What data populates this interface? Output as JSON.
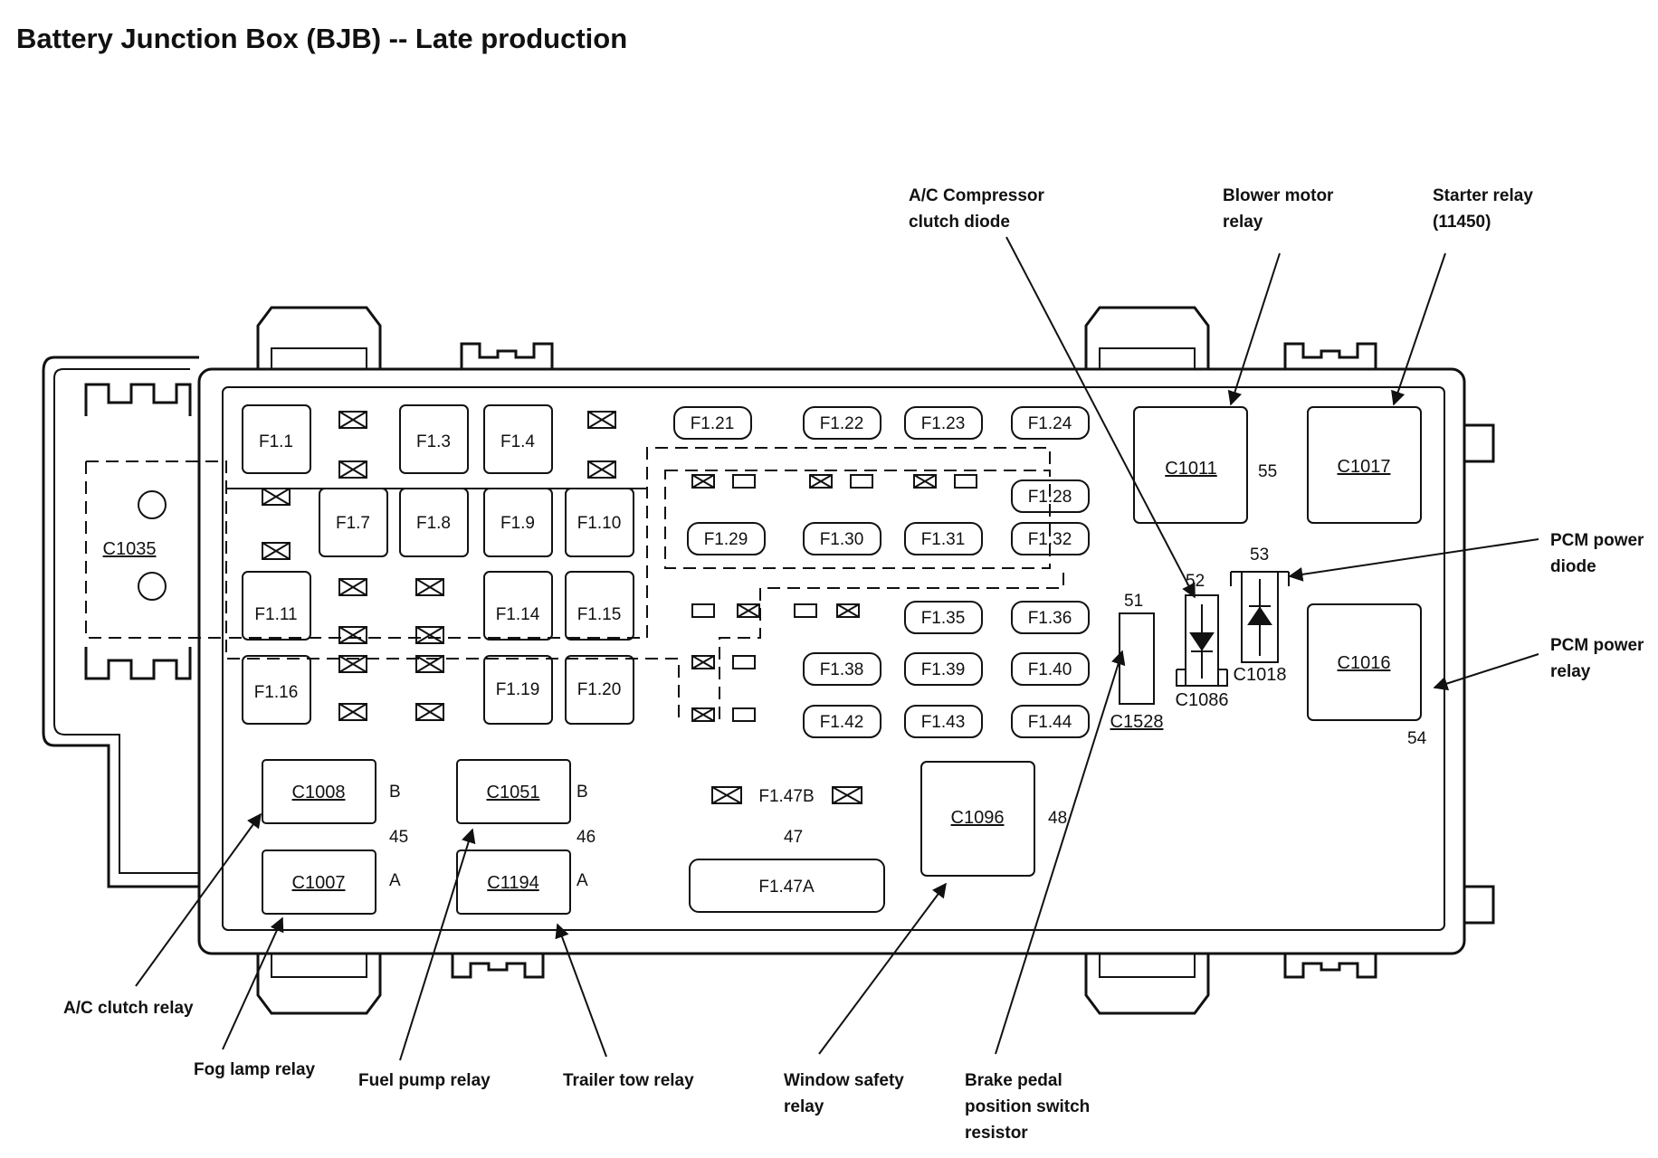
{
  "title": "Battery Junction Box (BJB) -- Late production",
  "callouts": {
    "ac_compressor_clutch_diode": [
      "A/C Compressor",
      "clutch diode"
    ],
    "blower_motor_relay": [
      "Blower motor",
      "relay"
    ],
    "starter_relay": [
      "Starter relay",
      "(11450)"
    ],
    "pcm_power_diode": [
      "PCM power",
      "diode"
    ],
    "pcm_power_relay": [
      "PCM power",
      "relay"
    ],
    "ac_clutch_relay": [
      "A/C clutch relay"
    ],
    "fog_lamp_relay": [
      "Fog lamp relay"
    ],
    "fuel_pump_relay": [
      "Fuel pump relay"
    ],
    "trailer_tow_relay": [
      "Trailer tow relay"
    ],
    "window_safety_relay": [
      "Window safety",
      "relay"
    ],
    "brake_pedal_resistor": [
      "Brake pedal",
      "position switch",
      "resistor"
    ]
  },
  "fuses": {
    "f1_1": "F1.1",
    "f1_3": "F1.3",
    "f1_4": "F1.4",
    "f1_7": "F1.7",
    "f1_8": "F1.8",
    "f1_9": "F1.9",
    "f1_10": "F1.10",
    "f1_11": "F1.11",
    "f1_14": "F1.14",
    "f1_15": "F1.15",
    "f1_16": "F1.16",
    "f1_19": "F1.19",
    "f1_20": "F1.20",
    "f1_21": "F1.21",
    "f1_22": "F1.22",
    "f1_23": "F1.23",
    "f1_24": "F1.24",
    "f1_28": "F1.28",
    "f1_29": "F1.29",
    "f1_30": "F1.30",
    "f1_31": "F1.31",
    "f1_32": "F1.32",
    "f1_35": "F1.35",
    "f1_36": "F1.36",
    "f1_38": "F1.38",
    "f1_39": "F1.39",
    "f1_40": "F1.40",
    "f1_42": "F1.42",
    "f1_43": "F1.43",
    "f1_44": "F1.44",
    "f1_47a": "F1.47A",
    "f1_47b": "F1.47B"
  },
  "connectors": {
    "c1035": "C1035",
    "c1011": "C1011",
    "c1017": "C1017",
    "c1016": "C1016",
    "c1008": "C1008",
    "c1007": "C1007",
    "c1051": "C1051",
    "c1194": "C1194",
    "c1096": "C1096",
    "c1528": "C1528",
    "c1086": "C1086",
    "c1018": "C1018"
  },
  "position_numbers": {
    "n45": "45",
    "n46": "46",
    "n47": "47",
    "n48": "48",
    "n51": "51",
    "n52": "52",
    "n53": "53",
    "n54": "54",
    "n55": "55"
  },
  "relay_sides": {
    "b1": "B",
    "a1": "A",
    "b2": "B",
    "a2": "A"
  }
}
